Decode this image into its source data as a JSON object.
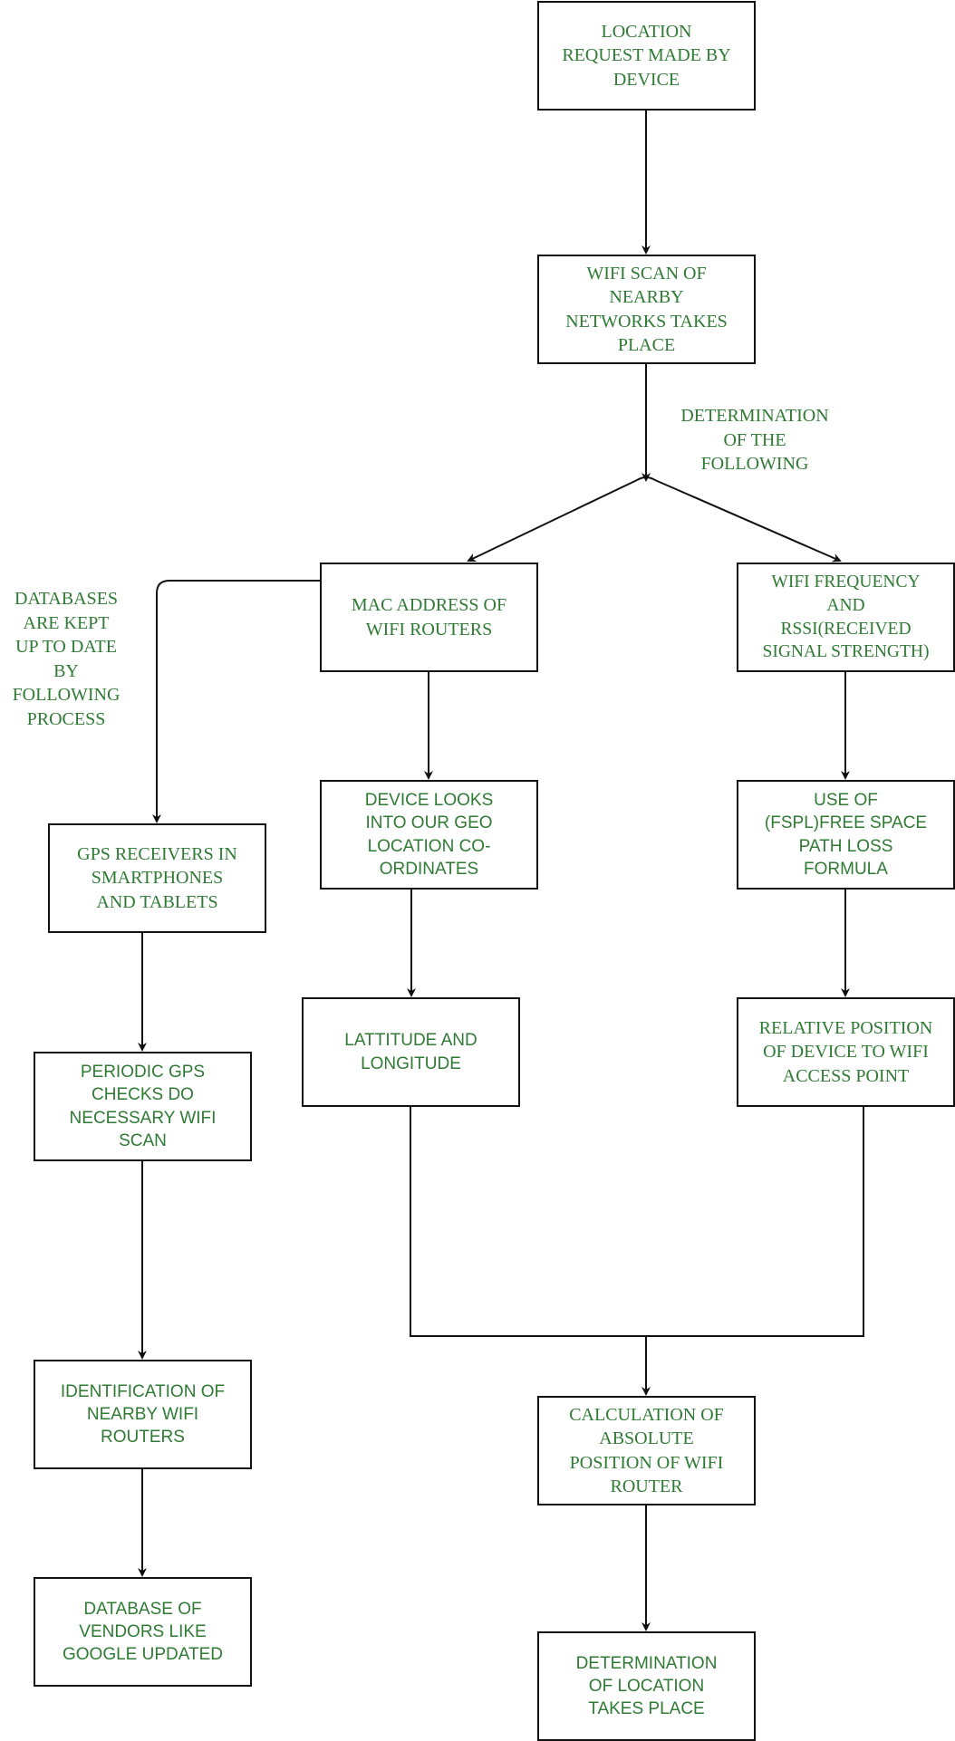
{
  "diagram": {
    "nodes": {
      "location_request": "LOCATION\nREQUEST MADE BY\nDEVICE",
      "wifi_scan": "WIFI SCAN OF\nNEARBY\nNETWORKS TAKES\nPLACE",
      "mac_address": "MAC ADDRESS OF\nWIFI ROUTERS",
      "wifi_frequency": "WIFI FREQUENCY\nAND\nRSSI(RECEIVED\nSIGNAL STRENGTH)",
      "device_looks": "DEVICE LOOKS\nINTO OUR GEO\nLOCATION CO-\nORDINATES",
      "fspl": "USE OF\n(FSPL)FREE SPACE\nPATH LOSS\nFORMULA",
      "lat_long": "LATTITUDE AND\nLONGITUDE",
      "relative_position": "RELATIVE POSITION\nOF DEVICE TO WIFI\nACCESS POINT",
      "gps_receivers": "GPS  RECEIVERS IN\nSMARTPHONES\nAND TABLETS",
      "periodic_gps": "PERIODIC GPS\nCHECKS DO\nNECESSARY WIFI\nSCAN",
      "identification": "IDENTIFICATION OF\nNEARBY WIFI\nROUTERS",
      "database_updated": "DATABASE OF\nVENDORS LIKE\nGOOGLE UPDATED",
      "calculation": "CALCULATION OF\nABSOLUTE\nPOSITION OF WIFI\nROUTER",
      "determination_location": "DETERMINATION\nOF LOCATION\nTAKES PLACE"
    },
    "labels": {
      "determination_following": "DETERMINATION\nOF THE\nFOLLOWING",
      "databases_kept": "DATABASES\nARE KEPT\nUP TO  DATE\nBY\nFOLLOWING\nPROCESS"
    },
    "edges": [
      {
        "from": "location_request",
        "to": "wifi_scan"
      },
      {
        "from": "wifi_scan",
        "to": "mac_address",
        "label": "determination_following"
      },
      {
        "from": "wifi_scan",
        "to": "wifi_frequency",
        "label": "determination_following"
      },
      {
        "from": "mac_address",
        "to": "gps_receivers",
        "label": "databases_kept"
      },
      {
        "from": "mac_address",
        "to": "device_looks"
      },
      {
        "from": "device_looks",
        "to": "lat_long"
      },
      {
        "from": "wifi_frequency",
        "to": "fspl"
      },
      {
        "from": "fspl",
        "to": "relative_position"
      },
      {
        "from": "gps_receivers",
        "to": "periodic_gps"
      },
      {
        "from": "periodic_gps",
        "to": "identification"
      },
      {
        "from": "identification",
        "to": "database_updated"
      },
      {
        "from": "lat_long",
        "to": "calculation"
      },
      {
        "from": "relative_position",
        "to": "calculation"
      },
      {
        "from": "calculation",
        "to": "determination_location"
      }
    ],
    "colors": {
      "text": "#2f7a34",
      "line": "#111111"
    }
  }
}
